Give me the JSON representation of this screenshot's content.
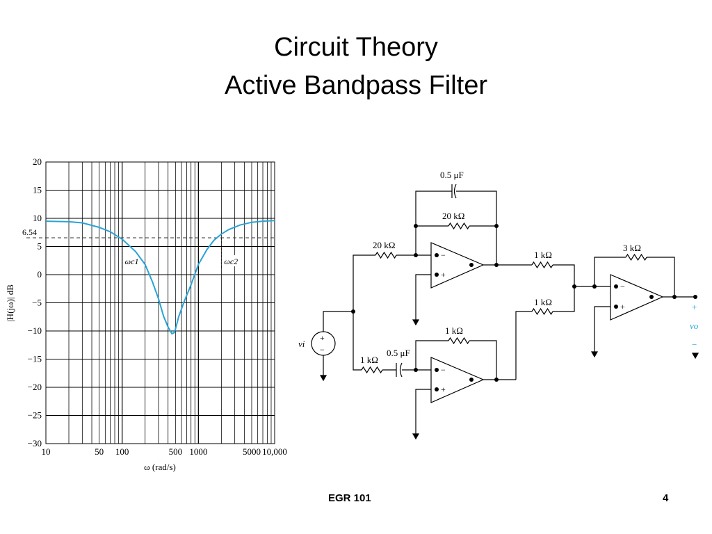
{
  "slide": {
    "title_line1": "Circuit Theory",
    "title_line2": "Active Bandpass Filter",
    "footer_left": "EGR 101",
    "footer_right": "4"
  },
  "chart_data": {
    "type": "line",
    "ylabel": "|H(jω)| dB",
    "xlabel": "ω (rad/s)",
    "xscale": "log",
    "xlim": [
      10,
      10000
    ],
    "ylim": [
      -30,
      20
    ],
    "xticks": [
      {
        "value": 10,
        "label": "10"
      },
      {
        "value": 50,
        "label": "50"
      },
      {
        "value": 100,
        "label": "100"
      },
      {
        "value": 500,
        "label": "500"
      },
      {
        "value": 1000,
        "label": "1000"
      },
      {
        "value": 5000,
        "label": "5000"
      },
      {
        "value": 10000,
        "label": "10,000"
      }
    ],
    "yticks": [
      {
        "value": 20,
        "label": "20"
      },
      {
        "value": 15,
        "label": "15"
      },
      {
        "value": 10,
        "label": "10"
      },
      {
        "value": 5,
        "label": "5"
      },
      {
        "value": 0,
        "label": "0"
      },
      {
        "value": -5,
        "label": "−5"
      },
      {
        "value": -10,
        "label": "−10"
      },
      {
        "value": -15,
        "label": "−15"
      },
      {
        "value": -20,
        "label": "−20"
      },
      {
        "value": -25,
        "label": "−25"
      },
      {
        "value": -30,
        "label": "−30"
      }
    ],
    "grid": true,
    "series": [
      {
        "color": "#29a3d6",
        "x": [
          10,
          20,
          30,
          50,
          70,
          100,
          150,
          200,
          250,
          300,
          350,
          400,
          450,
          480,
          500,
          550,
          650,
          800,
          1000,
          1300,
          1600,
          2000,
          2500,
          3500,
          5000,
          7000,
          10000
        ],
        "y": [
          9.5,
          9.4,
          9.2,
          8.4,
          7.6,
          6.3,
          4.1,
          1.8,
          -1.3,
          -4.3,
          -7.4,
          -9.3,
          -10.5,
          -10.3,
          -9.7,
          -7.5,
          -4.8,
          -1.8,
          1.8,
          4.5,
          6.1,
          7.2,
          8.0,
          8.8,
          9.3,
          9.5,
          9.6
        ]
      }
    ],
    "reference_line": {
      "y": 6.54,
      "label": "6.54",
      "style": "dashed"
    },
    "annotations": [
      {
        "text": "ωc1",
        "x": 100
      },
      {
        "text": "ωc2",
        "x": 2000
      }
    ]
  },
  "circuit": {
    "labels": {
      "c_feedback": "0.5 μF",
      "r_feedback_top": "20 kΩ",
      "r_input_top": "20 kΩ",
      "r_sum1": "1 kΩ",
      "r_sum2": "1 kΩ",
      "r_feedback_sum": "3 kΩ",
      "r_feedback_bottom": "1 kΩ",
      "r_input_bottom": "1 kΩ",
      "c_input_bottom": "0.5 μF",
      "source": "vi",
      "output": "vo",
      "output_plus": "+",
      "output_minus": "−",
      "opamp_minus": "−",
      "opamp_plus": "+",
      "source_plus": "+",
      "source_minus": "−"
    },
    "output_color": "#29a3d6"
  }
}
